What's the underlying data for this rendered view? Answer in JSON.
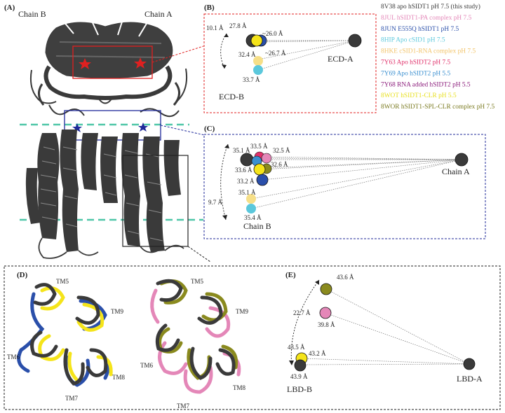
{
  "panels": {
    "A": {
      "letter": "(A)",
      "chain_b": "Chain B",
      "chain_a": "Chain A"
    },
    "B": {
      "letter": "(B)",
      "left_label": "ECD-B",
      "right_label": "ECD-A",
      "distances": [
        "10.1 Å",
        "27.8 Å",
        "~26.0 Å",
        "32.4 Å",
        "~26.7 Å",
        "33.7 Å"
      ]
    },
    "C": {
      "letter": "(C)",
      "left_label": "Chain B",
      "right_label": "Chain A",
      "distances": [
        "35.1 Å",
        "33.5 Å",
        "32.5 Å",
        "32.6 Å",
        "33.6 Å",
        "33.2 Å",
        "35.1 Å",
        "9.7 Å",
        "35.4 Å"
      ]
    },
    "D": {
      "letter": "(D)",
      "left_helices": [
        "TM5",
        "TM9",
        "TM6",
        "TM8",
        "TM7"
      ],
      "right_helices": [
        "TM5",
        "TM9",
        "TM6",
        "TM8",
        "TM7"
      ]
    },
    "E": {
      "letter": "(E)",
      "left_label": "LBD-B",
      "right_label": "LBD-A",
      "distances": [
        "43.6 Å",
        "22.7 Å",
        "39.8 Å",
        "43.5 Å",
        "43.2 Å",
        "43.9 Å"
      ]
    }
  },
  "legend": [
    {
      "text": "8V38 apo hSIDT1 pH 7.5 (this study)",
      "color": "#3a3a3a"
    },
    {
      "text": "8JUL hSIDT1-PA complex pH 7.5",
      "color": "#e487b8"
    },
    {
      "text": "8JUN E555Q hSIDT1 pH 7.5",
      "color": "#2a4faa"
    },
    {
      "text": "8HIP Apo cSID1 pH 7.5",
      "color": "#5bc8dc"
    },
    {
      "text": "8HKE cSID1-RNA complex pH 7.5",
      "color": "#f2c46a"
    },
    {
      "text": "7Y63 Apo hSIDT2 pH 7.5",
      "color": "#e0306a"
    },
    {
      "text": "7Y69 Apo hSIDT2 pH 5.5",
      "color": "#3a8fd0"
    },
    {
      "text": "7Y68 RNA added hSIDT2 pH 5.5",
      "color": "#8a1a7a"
    },
    {
      "text": "8WOT hSIDT1-CLR pH 5.5",
      "color": "#e8e020"
    },
    {
      "text": "8WOR hSIDT1-SPL-CLR complex pH 7.5",
      "color": "#7a7a20"
    }
  ],
  "colors": {
    "protein": "#3a3a3a",
    "red_box": "#e02020",
    "blue_box": "#1f2a9a",
    "membrane_line": "#4fc6a8",
    "yellow": "#f5e41a",
    "blue": "#2a4faa",
    "cyan": "#5bc8dc",
    "pale_yellow": "#f6df88",
    "pink": "#e487b8",
    "olive": "#8a8a1e"
  }
}
